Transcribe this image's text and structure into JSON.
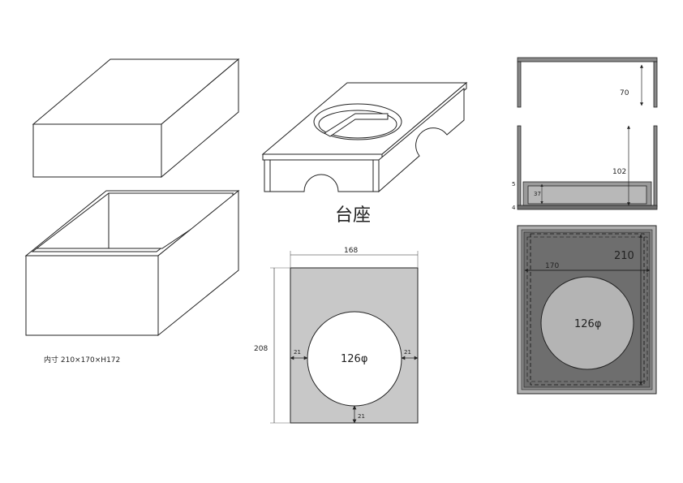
{
  "box": {
    "inner_size_label": "内寸 210×170×H172"
  },
  "stand": {
    "title": "台座"
  },
  "plate": {
    "width": "168",
    "height": "208",
    "hole": "126φ",
    "margin_left": "21",
    "margin_right": "21",
    "margin_bottom": "21"
  },
  "section": {
    "dim_top": "70",
    "dim_inner": "102",
    "dim_base": "37",
    "dim_5": "5",
    "dim_4": "4"
  },
  "plan": {
    "dim_length": "210",
    "dim_width": "170",
    "hole": "126φ"
  },
  "colors": {
    "plate_fill": "#c8c8c8",
    "plan_dark": "#6e6e6e",
    "plan_hole": "#b4b4b4",
    "line": "#222222"
  }
}
